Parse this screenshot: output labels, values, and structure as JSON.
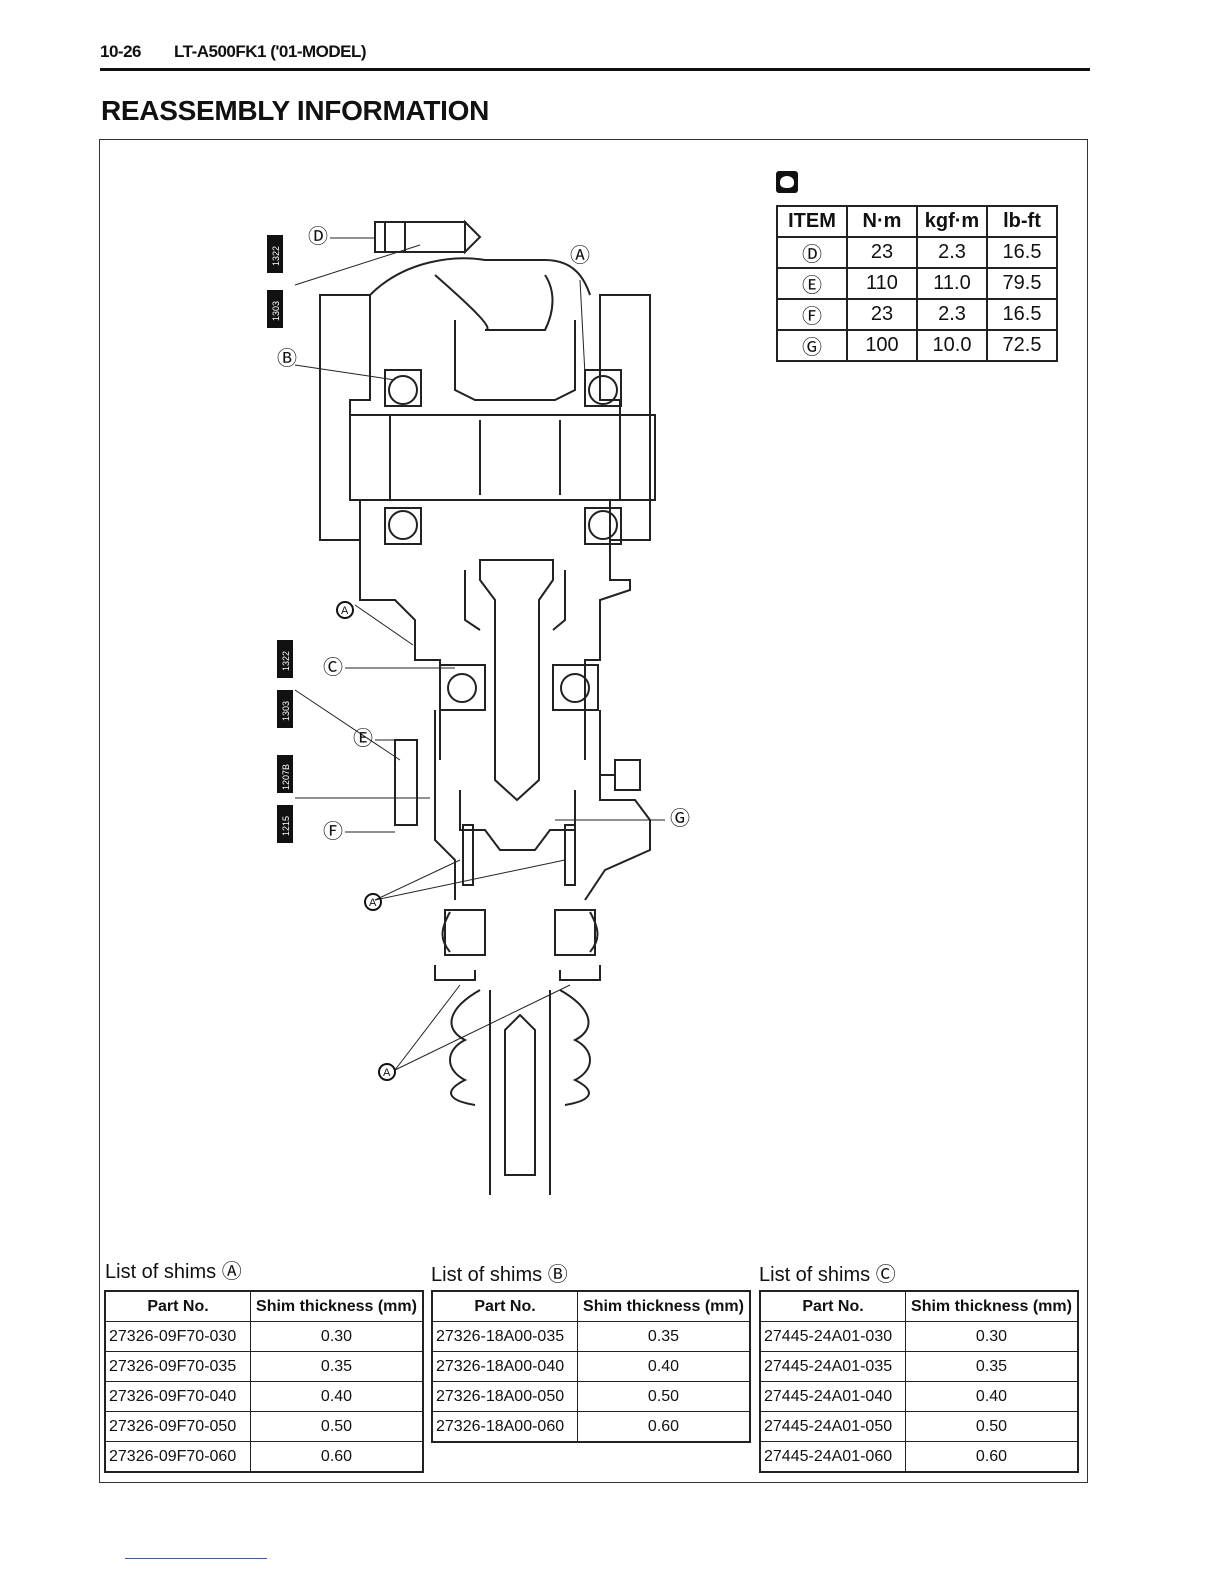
{
  "header": {
    "page_number": "10-26",
    "model": "LT-A500FK1 ('01-MODEL)"
  },
  "title": "REASSEMBLY INFORMATION",
  "diagram": {
    "callouts": [
      "Ⓓ",
      "Ⓐ",
      "Ⓑ",
      "Ⓒ",
      "Ⓔ",
      "Ⓕ",
      "Ⓖ"
    ],
    "thread_lock_codes": [
      "1322",
      "1303",
      "1322",
      "1303",
      "1207B",
      "1215"
    ],
    "grease_mark": "A"
  },
  "torque_table": {
    "icon": "torque-wrench-icon",
    "headers": [
      "ITEM",
      "N·m",
      "kgf·m",
      "lb-ft"
    ],
    "rows": [
      [
        "Ⓓ",
        "23",
        "2.3",
        "16.5"
      ],
      [
        "Ⓔ",
        "110",
        "11.0",
        "79.5"
      ],
      [
        "Ⓕ",
        "23",
        "2.3",
        "16.5"
      ],
      [
        "Ⓖ",
        "100",
        "10.0",
        "72.5"
      ]
    ]
  },
  "shims": [
    {
      "caption": "List of shims Ⓐ",
      "headers": [
        "Part No.",
        "Shim thickness (mm)"
      ],
      "rows": [
        [
          "27326-09F70-030",
          "0.30"
        ],
        [
          "27326-09F70-035",
          "0.35"
        ],
        [
          "27326-09F70-040",
          "0.40"
        ],
        [
          "27326-09F70-050",
          "0.50"
        ],
        [
          "27326-09F70-060",
          "0.60"
        ]
      ]
    },
    {
      "caption": "List of shims Ⓑ",
      "headers": [
        "Part No.",
        "Shim thickness (mm)"
      ],
      "rows": [
        [
          "27326-18A00-035",
          "0.35"
        ],
        [
          "27326-18A00-040",
          "0.40"
        ],
        [
          "27326-18A00-050",
          "0.50"
        ],
        [
          "27326-18A00-060",
          "0.60"
        ]
      ]
    },
    {
      "caption": "List of shims Ⓒ",
      "headers": [
        "Part No.",
        "Shim thickness (mm)"
      ],
      "rows": [
        [
          "27445-24A01-030",
          "0.30"
        ],
        [
          "27445-24A01-035",
          "0.35"
        ],
        [
          "27445-24A01-040",
          "0.40"
        ],
        [
          "27445-24A01-050",
          "0.50"
        ],
        [
          "27445-24A01-060",
          "0.60"
        ]
      ]
    }
  ]
}
